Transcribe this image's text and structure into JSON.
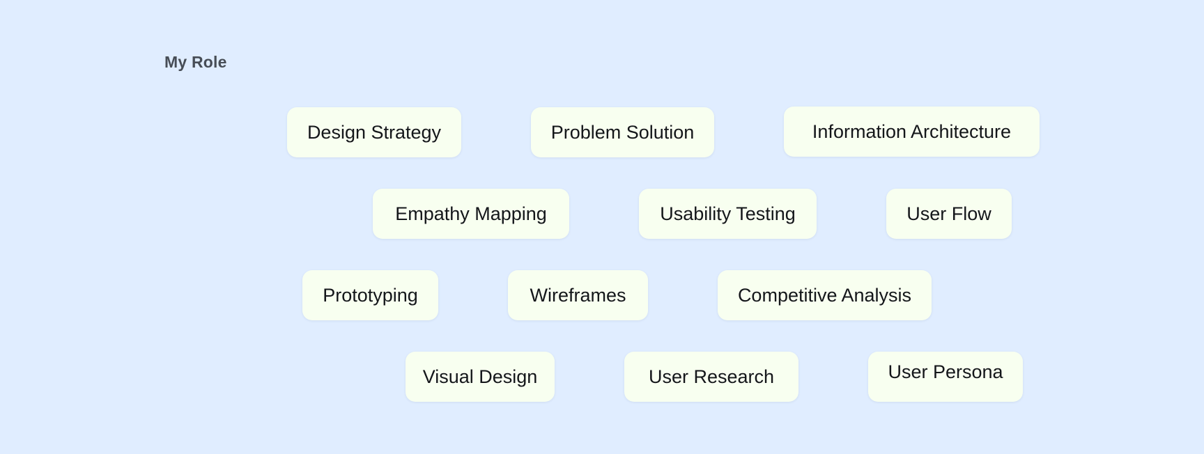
{
  "section": {
    "title": "My Role"
  },
  "roles": [
    "Design Strategy",
    "Problem Solution",
    "Information Architecture",
    "Empathy Mapping",
    "Usability Testing",
    "User Flow",
    "Prototyping",
    "Wireframes",
    "Competitive Analysis",
    "Visual Design",
    "User Research",
    "User Persona"
  ],
  "colors": {
    "background": "#e0edff",
    "chip_background": "#f8fff0",
    "title_text": "#474d56",
    "chip_text": "#14161a"
  }
}
